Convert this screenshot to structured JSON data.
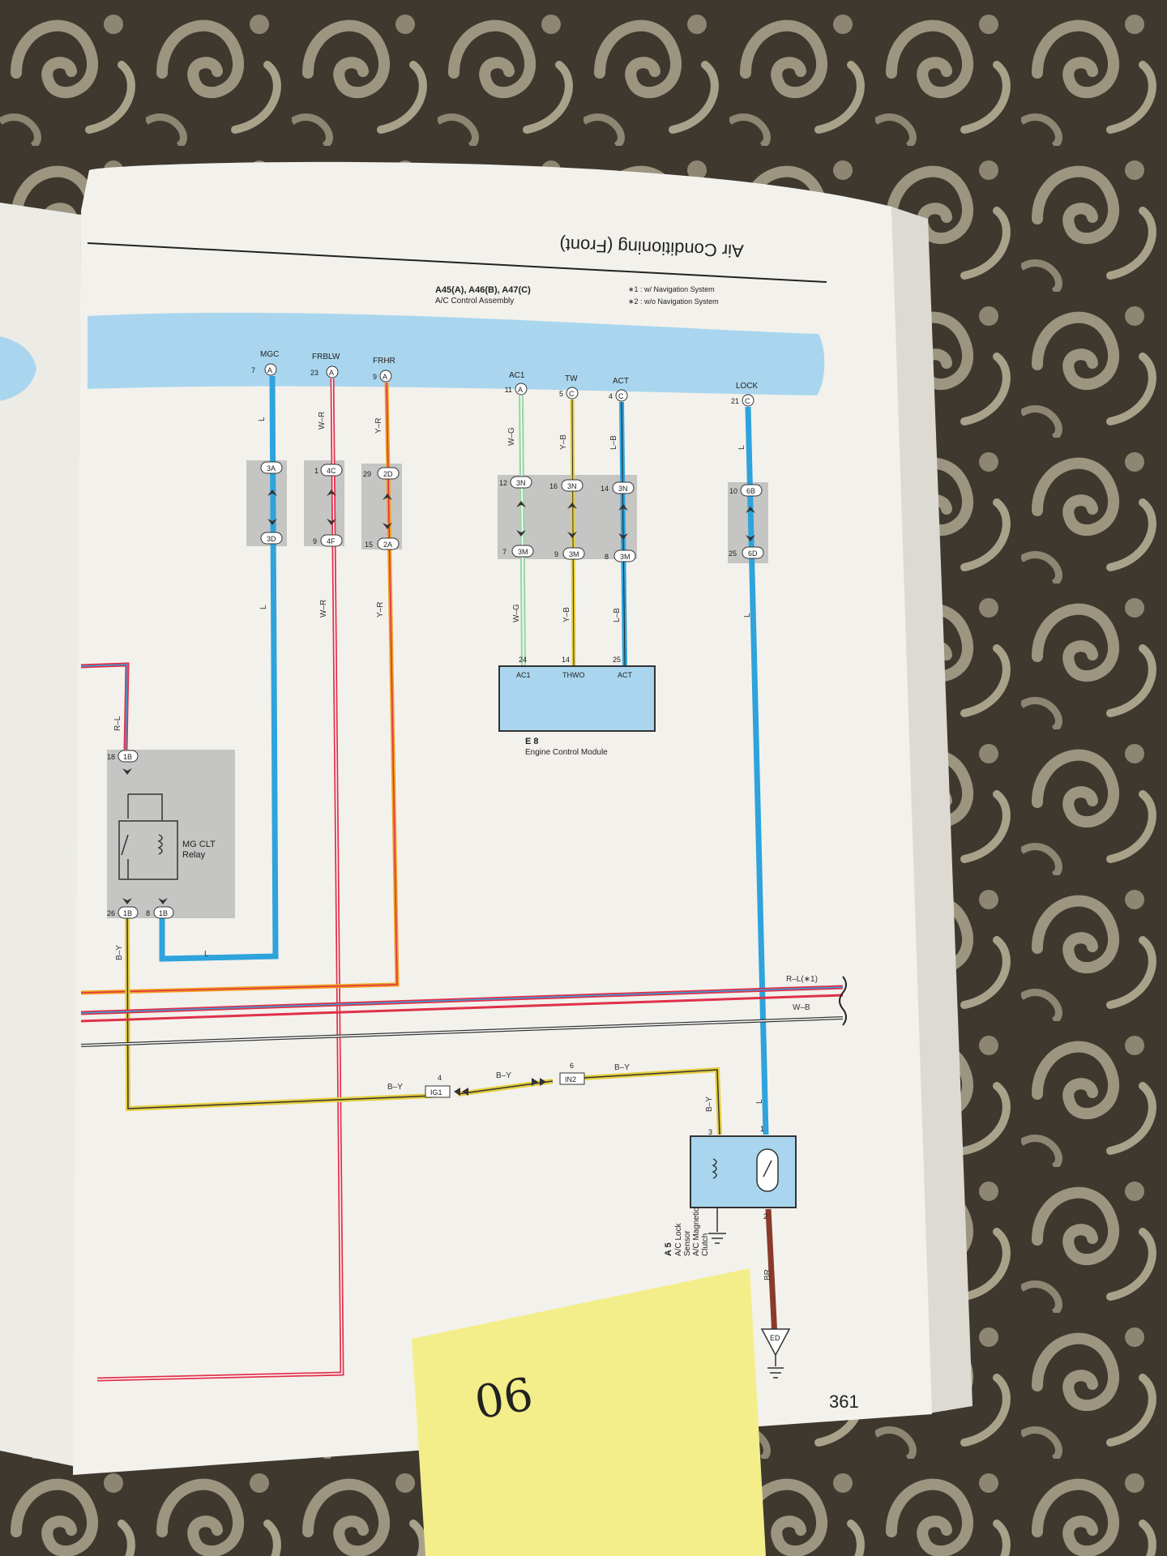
{
  "header": {
    "section_title": "Air Conditioning (Front)",
    "assembly_code": "A45(A), A46(B), A47(C)",
    "assembly_name": "A/C Control Assembly",
    "note_1": "∗1 : w/ Navigation System",
    "note_2": "∗2 : w/o Navigation System"
  },
  "terminals": {
    "mgc": {
      "name": "MGC",
      "pin": "7",
      "conn": "A"
    },
    "frblw": {
      "name": "FRBLW",
      "pin": "23",
      "conn": "A"
    },
    "frhr": {
      "name": "FRHR",
      "pin": "9",
      "conn": "A"
    },
    "ac1": {
      "name": "AC1",
      "pin": "11",
      "conn": "A"
    },
    "tw": {
      "name": "TW",
      "pin": "5",
      "conn": "C"
    },
    "act": {
      "name": "ACT",
      "pin": "4",
      "conn": "C"
    },
    "lock": {
      "name": "LOCK",
      "pin": "21",
      "conn": "C"
    }
  },
  "wires": {
    "l": "L",
    "wr": "W–R",
    "yr": "Y–R",
    "wg": "W–G",
    "yb": "Y–B",
    "lb": "L–B",
    "rl": "R–L",
    "by": "B–Y",
    "br": "BR",
    "rl1": "R–L(∗1)",
    "wb": "W–B"
  },
  "junctions": {
    "j3a": "3A",
    "j3d": "3D",
    "j4c": "4C",
    "j4f": "4F",
    "j2d": "2D",
    "j2a": "2A",
    "j3n": "3N",
    "j3m": "3M",
    "j6b": "6B",
    "j6d": "6D",
    "j1b": "1B",
    "p1": "1",
    "p9": "9",
    "p29": "29",
    "p15": "15",
    "p12": "12",
    "p16": "16",
    "p14": "14",
    "p7": "7",
    "p9b": "9",
    "p8": "8",
    "p10": "10",
    "p25": "25",
    "p18": "18",
    "p26": "26",
    "p8b": "8"
  },
  "ecm": {
    "code": "E 8",
    "name": "Engine Control Module",
    "pins": [
      {
        "num": "24",
        "name": "AC1"
      },
      {
        "num": "14",
        "name": "THWO"
      },
      {
        "num": "25",
        "name": "ACT"
      }
    ]
  },
  "relay": {
    "name_line1": "MG CLT",
    "name_line2": "Relay"
  },
  "ig": {
    "ig1": "IG1",
    "ig1_pin": "4",
    "in2": "IN2",
    "in2_pin": "6"
  },
  "clutch": {
    "code": "A 5",
    "line1": "A/C Lock",
    "line2": "Sensor",
    "line3": "A/C Magnetic",
    "line4": "Clutch",
    "pin1": "1",
    "pin2": "2",
    "pin3": "3"
  },
  "ground": {
    "code": "ED"
  },
  "page_number": "361",
  "sticky_note": "06",
  "colors": {
    "bus": "#a9d6ee",
    "blue_wire": "#2ea3dc",
    "red": "#e0304a",
    "orange": "#f0a020",
    "yellow": "#e6cf40",
    "green": "#9dd6a6",
    "brown": "#8a3a2a",
    "paper": "#f3f1ec",
    "sticky": "#f3ee8a"
  }
}
